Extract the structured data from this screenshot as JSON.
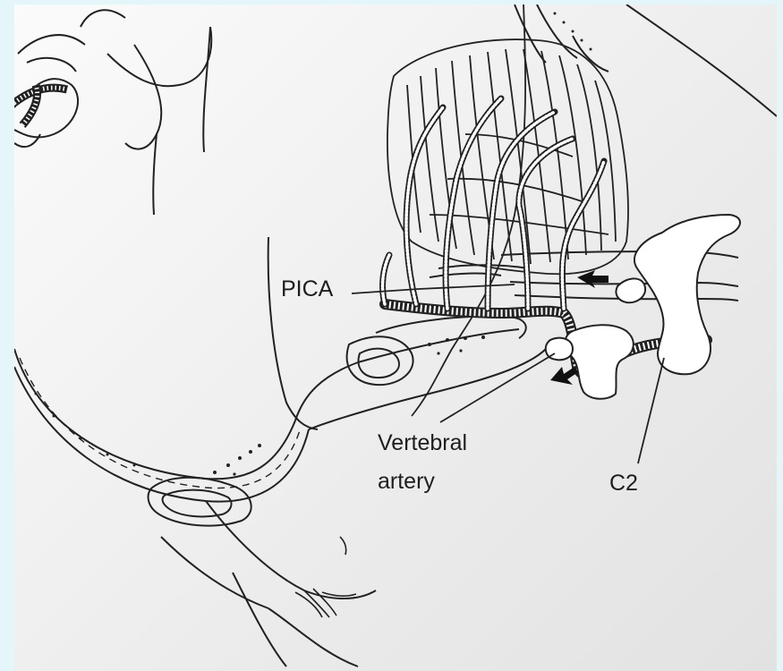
{
  "labels": {
    "pica": "PICA",
    "vertebral_line1": "Vertebral",
    "vertebral_line2": "artery",
    "c2": "C2"
  },
  "colors": {
    "page_border": "#e4f6f9",
    "paper": "#f0f0f0",
    "ink": "#1e1e1e"
  }
}
